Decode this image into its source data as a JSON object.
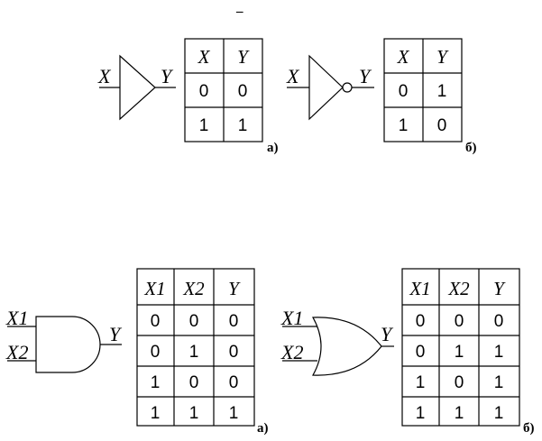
{
  "top_mark": "_",
  "gates": {
    "buffer": {
      "input": "X",
      "output": "Y",
      "caption": "а)"
    },
    "not": {
      "input": "X",
      "output": "Y",
      "caption": "б)"
    },
    "and": {
      "input1": "X1",
      "input2": "X2",
      "output": "Y",
      "caption": "а)"
    },
    "or": {
      "input1": "X1",
      "input2": "X2",
      "output": "Y",
      "caption": "б)"
    }
  },
  "tables": {
    "buffer": {
      "headers": [
        "X",
        "Y"
      ],
      "rows": [
        [
          "0",
          "0"
        ],
        [
          "1",
          "1"
        ]
      ]
    },
    "not": {
      "headers": [
        "X",
        "Y"
      ],
      "rows": [
        [
          "0",
          "1"
        ],
        [
          "1",
          "0"
        ]
      ]
    },
    "and": {
      "headers": [
        "X1",
        "X2",
        "Y"
      ],
      "rows": [
        [
          "0",
          "0",
          "0"
        ],
        [
          "0",
          "1",
          "0"
        ],
        [
          "1",
          "0",
          "0"
        ],
        [
          "1",
          "1",
          "1"
        ]
      ]
    },
    "or": {
      "headers": [
        "X1",
        "X2",
        "Y"
      ],
      "rows": [
        [
          "0",
          "0",
          "0"
        ],
        [
          "0",
          "1",
          "1"
        ],
        [
          "1",
          "0",
          "1"
        ],
        [
          "1",
          "1",
          "1"
        ]
      ]
    }
  }
}
